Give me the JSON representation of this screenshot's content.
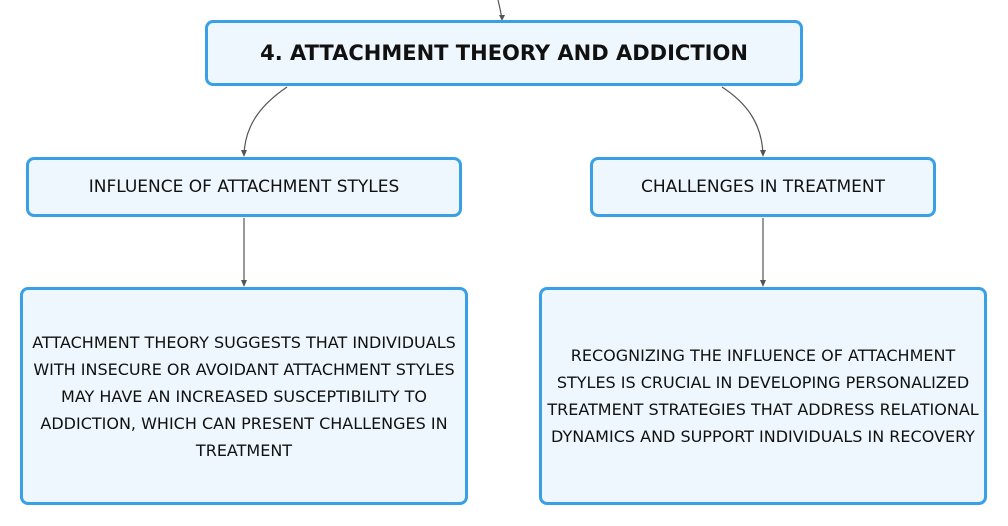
{
  "diagram": {
    "root": {
      "label": "4. ATTACHMENT THEORY AND ADDICTION"
    },
    "branches": [
      {
        "label": "INFLUENCE OF ATTACHMENT STYLES",
        "detail": "ATTACHMENT THEORY SUGGESTS THAT INDIVIDUALS WITH INSECURE OR AVOIDANT ATTACHMENT STYLES MAY HAVE AN INCREASED SUSCEPTIBILITY TO ADDICTION, WHICH CAN PRESENT CHALLENGES IN TREATMENT"
      },
      {
        "label": "CHALLENGES IN TREATMENT",
        "detail": "RECOGNIZING THE INFLUENCE OF ATTACHMENT STYLES IS CRUCIAL IN DEVELOPING PERSONALIZED TREATMENT STRATEGIES THAT ADDRESS RELATIONAL DYNAMICS AND SUPPORT INDIVIDUALS IN RECOVERY"
      }
    ]
  },
  "colors": {
    "node_border": "#3aa0e6",
    "node_fill": "#eef7fd",
    "connector": "#555555",
    "text": "#111111"
  }
}
